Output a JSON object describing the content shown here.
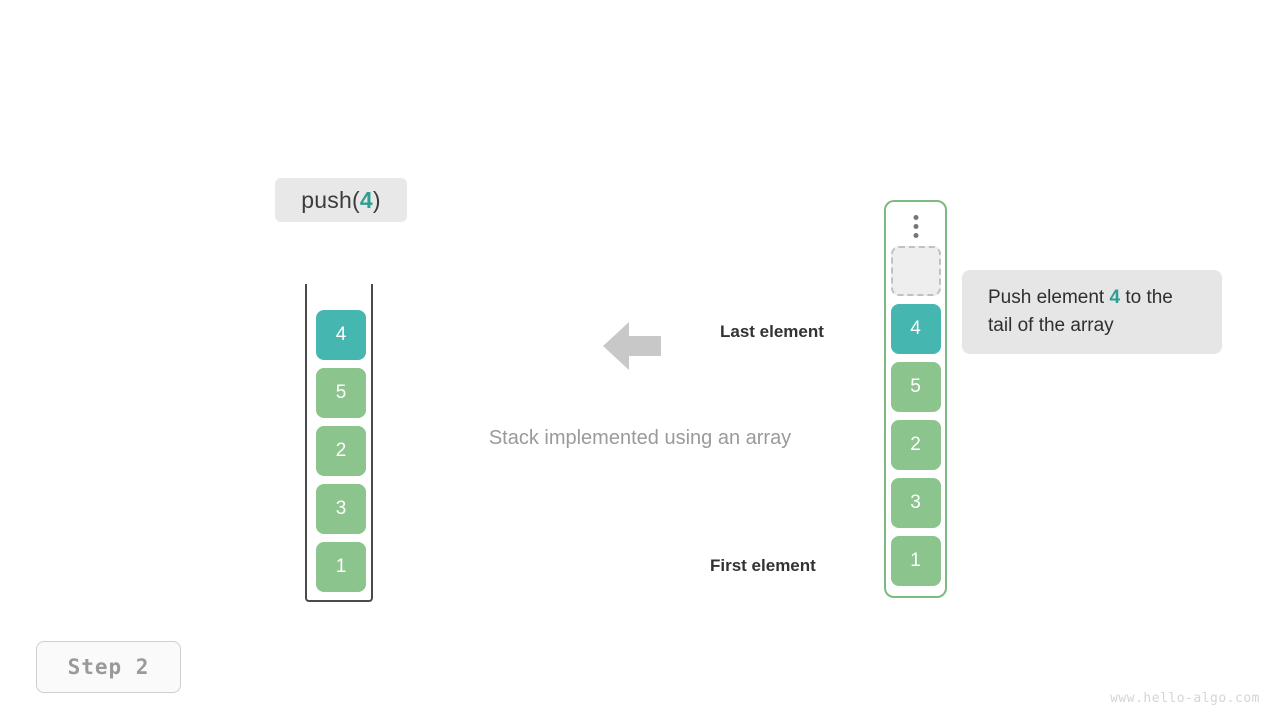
{
  "operation": {
    "prefix": "push(",
    "argument": "4",
    "suffix": ")"
  },
  "stack": {
    "title": "Stack implemented using an array",
    "cells": [
      {
        "value": "4",
        "color": "teal"
      },
      {
        "value": "5",
        "color": "green"
      },
      {
        "value": "2",
        "color": "green"
      },
      {
        "value": "3",
        "color": "green"
      },
      {
        "value": "1",
        "color": "green"
      }
    ]
  },
  "array": {
    "ellipsis_icon": "vertical-ellipsis-icon",
    "empty_slot": "",
    "cells": [
      {
        "value": "4",
        "color": "teal"
      },
      {
        "value": "5",
        "color": "green"
      },
      {
        "value": "2",
        "color": "green"
      },
      {
        "value": "3",
        "color": "green"
      },
      {
        "value": "1",
        "color": "green"
      }
    ]
  },
  "annotations": {
    "last_element": "Last element",
    "first_element": "First element",
    "arrow_icon": "arrow-left-icon",
    "note": {
      "before": "Push element ",
      "accent": "4",
      "after": " to the tail of the array"
    }
  },
  "footer": {
    "step": "Step 2",
    "watermark": "www.hello-algo.com"
  },
  "colors": {
    "teal": "#45b7b0",
    "green": "#8cc48e",
    "accent_text": "#2e9e92",
    "array_border": "#7cba80",
    "stack_border": "#4a4a4a",
    "arrow": "#c8c8c8",
    "label_bg": "#e8e8e8",
    "note_bg": "#e6e6e6"
  }
}
